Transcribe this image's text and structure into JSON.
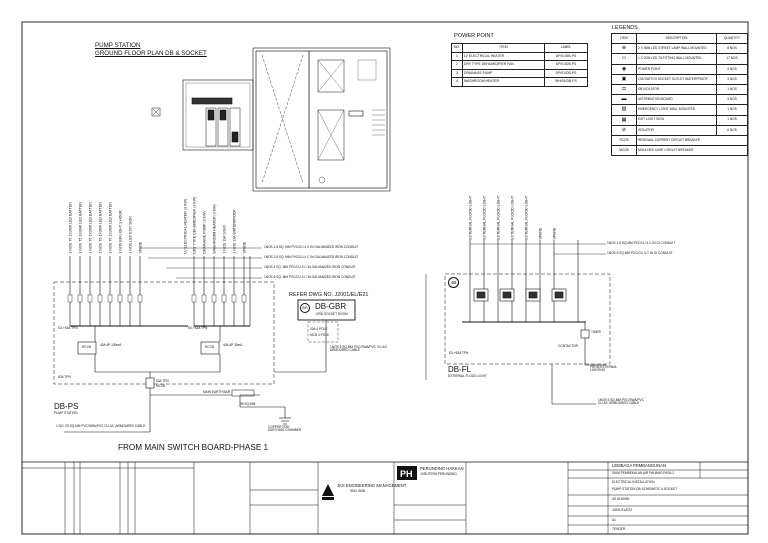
{
  "plan": {
    "title_line1": "PUMP STATION",
    "title_line2": "GROUND FLOOR PLAN  DB & SOCKET"
  },
  "power_point": {
    "title": "POWER POINT",
    "headers": [
      "NO.",
      "ITEM",
      "LABEL"
    ],
    "rows": [
      [
        "1",
        "LV ELECTRICAL HEATER",
        "AF/01/DB-PS"
      ],
      [
        "2",
        "DRY TYPE DEHUMIDIFIER FAN",
        "DF/01/DB-PS"
      ],
      [
        "3",
        "DRAINAGE PUMP",
        "DP/01/DB-PS"
      ],
      [
        "4",
        "WASHROOM HEATER",
        "WH/01/DB-PS"
      ]
    ]
  },
  "legend": {
    "title": "LEGENDS",
    "headers": [
      "ITEM",
      "DESCRIPTION",
      "QUANTITY"
    ],
    "rows": [
      [
        "⊕",
        "2 X 36W LED STREET LAMP WALL MOUNTED",
        "6 NOS"
      ],
      [
        "▭",
        "1 X 20W LED T8 FITTING WALL MOUNTED",
        "17 NOS"
      ],
      [
        "◉",
        "POWER POINT",
        "4 NOS"
      ],
      [
        "▣",
        "13A SWITCH SOCKET OUTLET WATERPROOF",
        "3 NOS"
      ],
      [
        "◘",
        "DB ISOLATOR",
        "1 NOS"
      ],
      [
        "▬",
        "DISTRIBUTION BOARD",
        "3 NOS"
      ],
      [
        "▨",
        "EMERGENCY LIGHT WALL MOUNTED",
        "1 NOS"
      ],
      [
        "▦",
        "EXIT LIGHT SIGN",
        "1 NOS"
      ],
      [
        "⊘",
        "ISOLATOR",
        "6 NOS"
      ],
      [
        "RCCB",
        "RESIDUAL CURRENT CIRCUIT BREAKER",
        ""
      ],
      [
        "MCCB",
        "MOULDED CASE CIRCUIT BREAKER",
        ""
      ]
    ]
  },
  "dbps": {
    "name": "DB-PS",
    "sub": "PUMP STATION",
    "incomer": "63A TPN",
    "rccb1": "RCCB",
    "rccb1_rating": "40A 4P 100mA",
    "rccb2": "RCCB",
    "rccb2_rating": "40A 4P 30mA",
    "isolator": "63A TPN",
    "isolator2": "MCCB",
    "earth_bar": "MAIN EARTH BAR",
    "earth_cable": "35 SQ.MM",
    "earth_electrode": "COPPER ROD EARTHING CHAMBER",
    "feeder": "1 NO. 25 SQ.MM PVC/SWA/PVC CU 4/C ARMOURED CABLE",
    "ref": "REFER DWG NO. J2001/EL/E21",
    "bus_left": "CIL+63A TPN",
    "bus_right": "E/L+63A TPN",
    "circuits_left": [
      "1 NOS T5 1X36W LED BATTEN",
      "1 NOS T5 1X36W LED BATTEN",
      "1 NOS T5 1X36W LED BATTEN",
      "1 NOS T5 1X36W LED BATTEN",
      "1 NOS T5 1X36W LED BATTEN",
      "1 NOS EM LIGHT 3 HOUR",
      "1 NOS LED EXIT SIGN",
      "SPARE"
    ],
    "circuits_right": [
      "LV ELECTRICAL HEATER (3 KW)",
      "DRY TYPE DEHUMIDIFIER (3 KW)",
      "DRAINAGE PUMP (3 KW)",
      "WASHROOM HEATER (3 KW)",
      "1 NOS 13A S/S/O",
      "1 NOS 13A WATERPROOF",
      "SPARE"
    ],
    "cable_notes": [
      "1NOS 2.5 SQ. MM PVC/CU 4 C IN GALVANIZED IRON CONDUIT",
      "1NOS 2.5 SQ. MM PVC/CU 4 C IN GALVANIZED IRON CONDUIT",
      "1NOS 4 SQ. MM PVC/CU 4 C IN GALVANIZED IRON CONDUIT",
      "1NOS 6 SQ. MM PVC/CU 4 C IN GALVANIZED IRON CONDUIT"
    ]
  },
  "dbgbr": {
    "badge": "4A",
    "name": "DB-GBR",
    "sub": "GRD SOCKET ROOM",
    "rating1": "20A 4 POLE",
    "rating2": "MCB 4 POLE",
    "feed": "1NOS 6 SQ.MM PVC/SWA/PVC CU 4/C ARMOURED CABLE"
  },
  "dbfl": {
    "badge": "4B",
    "name": "DB-FL",
    "sub": "EXTERNAL FLOOD LIGHT",
    "circuits": [
      "EXTERNAL FLOOD LIGHT",
      "EXTERNAL FLOOD LIGHT",
      "EXTERNAL FLOOD LIGHT",
      "EXTERNAL FLOOD LIGHT",
      "EXTERNAL FLOOD LIGHT",
      "SPARE",
      "SPARE"
    ],
    "notes": [
      "1NOS 2.5 SQ.MM PVC/CU 4 C IN GI CONDUIT",
      "1NOS 6 SQ.MM PVC/CU 4 C IN GI CONDUIT"
    ],
    "timer": "TIMER",
    "contactor": "CONTACTOR",
    "bus": "E/L+63A TPN",
    "feed": "1NOS 6 SQ.MM PVC/SWA/PVC CU 4/C ARMOURED CABLE",
    "ext": "FROM EXTERNAL LIGHTING"
  },
  "footer_title": "FROM MAIN SWITCH BOARD-PHASE 1",
  "title_block": {
    "client": "LEMBAGA PEMBANGUNAN",
    "project": "SKIM PEMBEKALAN AIR PAHANG FASA 1",
    "drawing": "ELECTRICAL INSTALLATION",
    "drawing2": "PUMP STATION DB SCHEMATIC & SOCKET",
    "company": "JKS ENGINEERING MANAGEMENT",
    "company2": "SDN. BHD.",
    "consultant": "PERUNDING HAKKAN",
    "consultant_sub": "JURUTERA PERUNDING",
    "scale": "AS SHOWN",
    "drawing_no": "J2001/EL/E22",
    "sheet": "A1",
    "status": "TENDER"
  }
}
